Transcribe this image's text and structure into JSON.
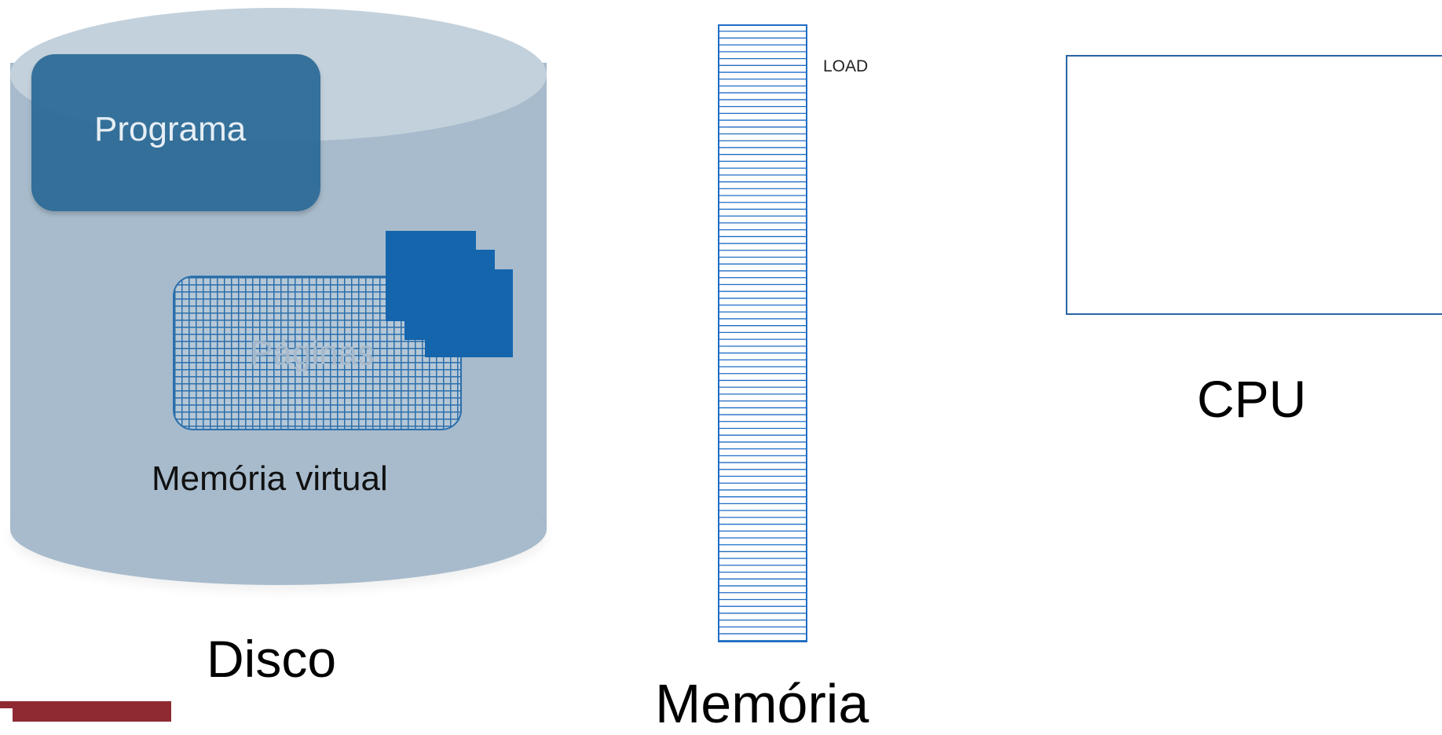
{
  "disk": {
    "program_label": "Programa",
    "pages_label": "Páginas",
    "virtual_memory_label": "Memória virtual",
    "label": "Disco"
  },
  "memory": {
    "label": "Memória",
    "instruction_label": "LOAD"
  },
  "cpu": {
    "label": "CPU"
  },
  "colors": {
    "disk_body": "#a7bbcc",
    "disk_top": "#c3d1dc",
    "program_box": "#296895",
    "page_sheets": "#1565ad",
    "memory_lines": "#1f6cc4",
    "cpu_border": "#2a63a5",
    "logo": "#8f2a33"
  }
}
